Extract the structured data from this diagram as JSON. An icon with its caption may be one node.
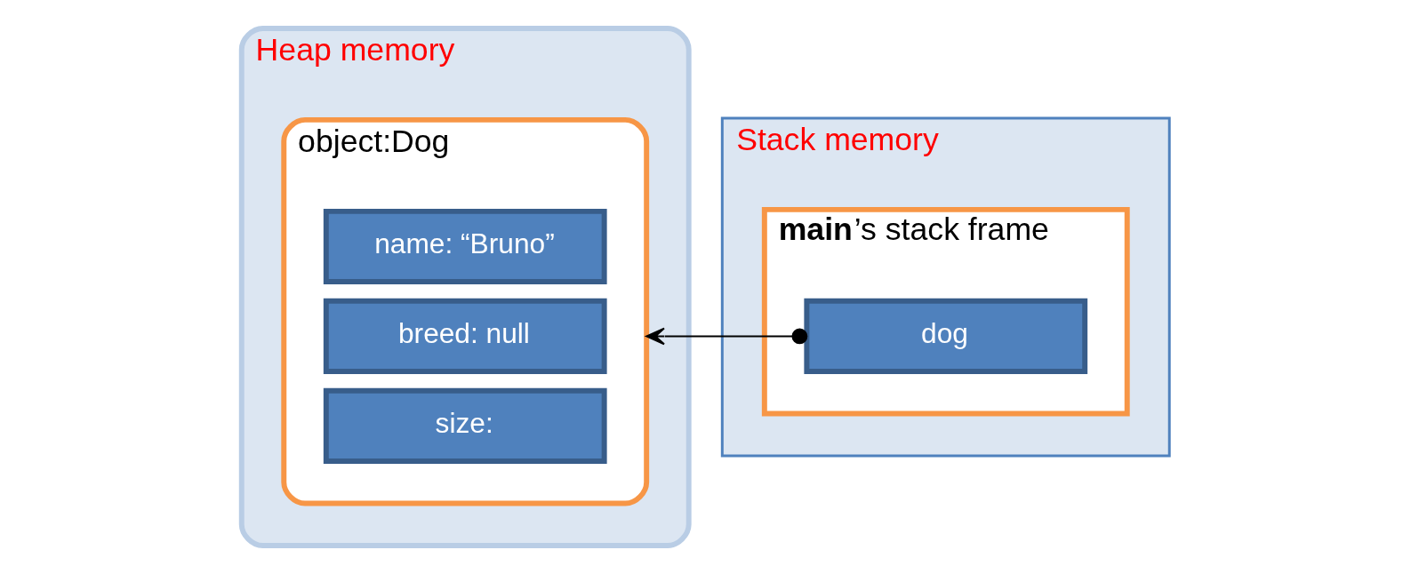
{
  "diagram": {
    "nodes": [
      {
        "text": [
          "Heap memory"
        ]
      },
      {
        "text": [
          "object:Dog"
        ],
        "in": 0
      },
      {
        "text": [
          "name: “Bruno”"
        ],
        "in": 1
      },
      {
        "text": [
          "breed: null"
        ],
        "in": 1
      },
      {
        "text": [
          "size:"
        ],
        "in": 1
      },
      {
        "text": [
          "Stack memory"
        ]
      },
      {
        "text": [
          "**main**’s stack frame"
        ],
        "in": 5
      },
      {
        "text": [
          "dog"
        ],
        "in": 6
      }
    ],
    "edges": [
      {
        "from": 7,
        "to": 1,
        "arrow": "to"
      }
    ]
  }
}
